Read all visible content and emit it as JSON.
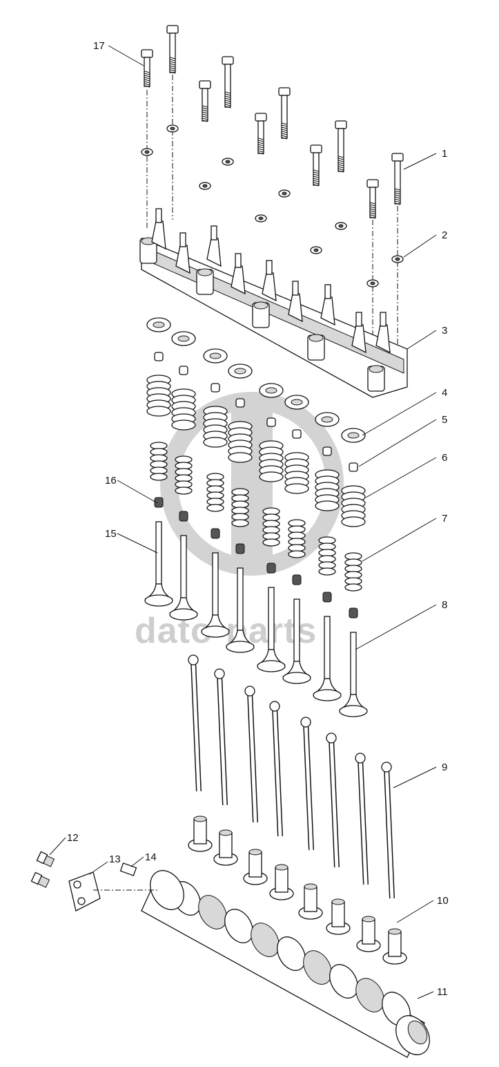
{
  "diagram": {
    "watermark": "dato-parts",
    "callouts": [
      {
        "id": "callout-1",
        "text": "1"
      },
      {
        "id": "callout-2",
        "text": "2"
      },
      {
        "id": "callout-3",
        "text": "3"
      },
      {
        "id": "callout-4",
        "text": "4"
      },
      {
        "id": "callout-5",
        "text": "5"
      },
      {
        "id": "callout-6",
        "text": "6"
      },
      {
        "id": "callout-7",
        "text": "7"
      },
      {
        "id": "callout-8",
        "text": "8"
      },
      {
        "id": "callout-9",
        "text": "9"
      },
      {
        "id": "callout-10",
        "text": "10"
      },
      {
        "id": "callout-11",
        "text": "11"
      },
      {
        "id": "callout-12",
        "text": "12"
      },
      {
        "id": "callout-13",
        "text": "13"
      },
      {
        "id": "callout-14",
        "text": "14"
      },
      {
        "id": "callout-15",
        "text": "15"
      },
      {
        "id": "callout-16",
        "text": "16"
      },
      {
        "id": "callout-17",
        "text": "17"
      }
    ]
  }
}
